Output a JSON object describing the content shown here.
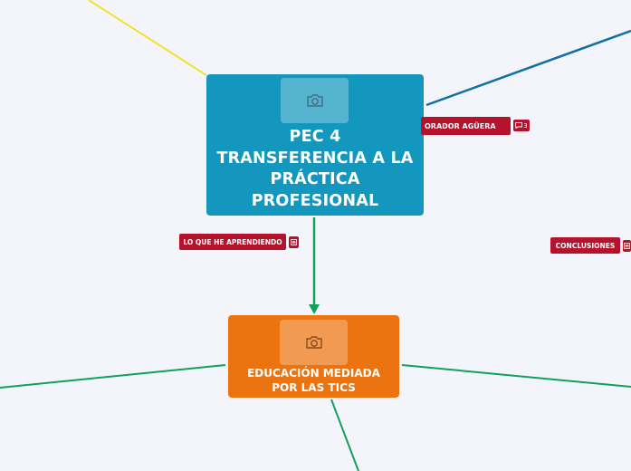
{
  "mindmap": {
    "central_node": {
      "title": "PEC 4 TRANSFERENCIA A LA PRÁCTICA PROFESIONAL",
      "image_icon": "camera-icon",
      "color": "#1497be"
    },
    "sub_node": {
      "title": "EDUCACIÓN MEDIADA POR LAS TICS",
      "image_icon": "camera-icon",
      "color": "#ec7410"
    },
    "tags": {
      "aguera": "ORADOR AGÜERA",
      "aprendiendo": "LO QUE HE APRENDIENDO",
      "conclusiones": "CONCLUSIONES"
    },
    "comment_count": "3",
    "tag_color": "#b5122e",
    "connector_colors": {
      "yellow": "#f2e12d",
      "blue": "#0f6fa6",
      "green": "#13a05a"
    }
  }
}
